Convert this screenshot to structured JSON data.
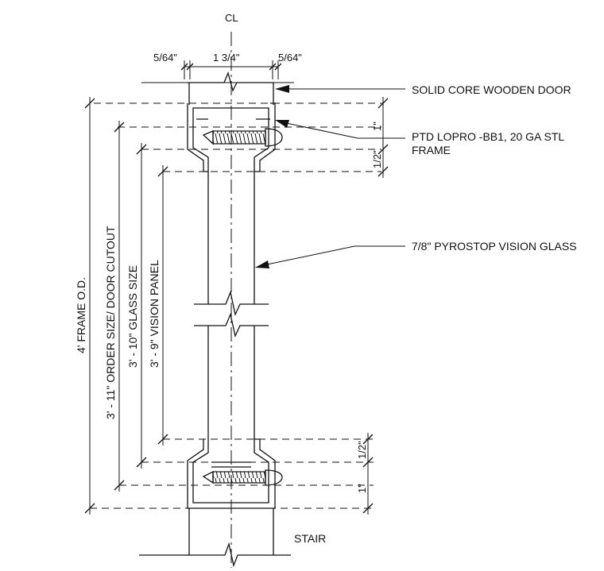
{
  "centerline_symbol": "CL",
  "callouts": {
    "door": "SOLID CORE WOODEN DOOR",
    "frame_line1": "PTD LOPRO -BB1,  20 GA STL",
    "frame_line2": "FRAME",
    "glass": "7/8\" PYROSTOP VISION GLASS",
    "stair": "STAIR"
  },
  "dimensions": {
    "top_left_gap": "5/64\"",
    "door_thickness": "1 3/4\"",
    "top_right_gap": "5/64\"",
    "frame_od": "4' FRAME O.D.",
    "order_size": "3' - 11\" ORDER SIZE/ DOOR CUTOUT",
    "glass_size": "3' - 10\" GLASS SIZE",
    "vision_panel": "3' - 9\" VISION PANEL",
    "top_frame_depth": "1\"",
    "top_glass_bite": "1/2\"",
    "bottom_glass_bite": "1/2\"",
    "bottom_frame_depth": "1\""
  }
}
